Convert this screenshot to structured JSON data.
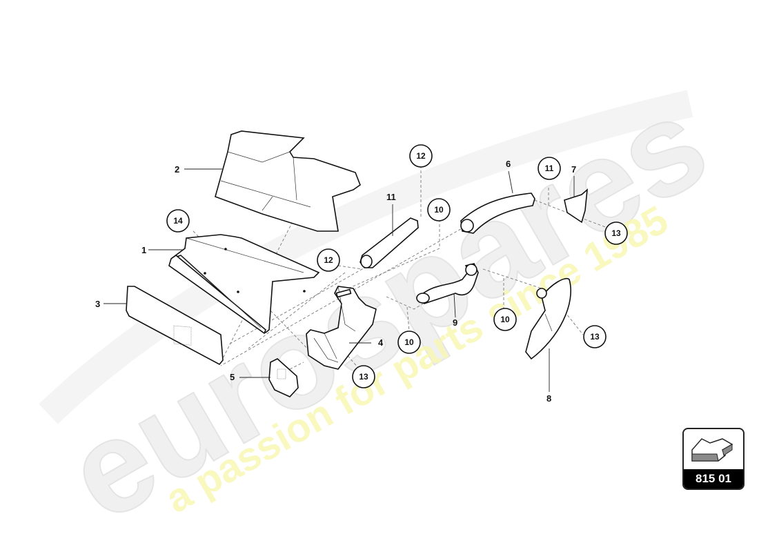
{
  "diagram": {
    "type": "exploded parts diagram",
    "watermark": {
      "brand": "eurospares",
      "tagline": "a passion for parts since 1985",
      "brand_color": "#e6e6e6",
      "tagline_color": "#f5f5a8"
    },
    "badge": {
      "code": "815 01",
      "icon": "arrow-direction-icon"
    },
    "part_labels": [
      {
        "id": "1",
        "text": "1"
      },
      {
        "id": "2",
        "text": "2"
      },
      {
        "id": "3",
        "text": "3"
      },
      {
        "id": "4",
        "text": "4"
      },
      {
        "id": "5",
        "text": "5"
      },
      {
        "id": "6",
        "text": "6"
      },
      {
        "id": "7",
        "text": "7"
      },
      {
        "id": "8",
        "text": "8"
      },
      {
        "id": "9",
        "text": "9"
      },
      {
        "id": "11",
        "text": "11"
      }
    ],
    "callouts": [
      {
        "text": "14"
      },
      {
        "text": "12"
      },
      {
        "text": "12"
      },
      {
        "text": "10"
      },
      {
        "text": "10"
      },
      {
        "text": "10"
      },
      {
        "text": "11"
      },
      {
        "text": "13"
      },
      {
        "text": "13"
      },
      {
        "text": "13"
      }
    ]
  }
}
